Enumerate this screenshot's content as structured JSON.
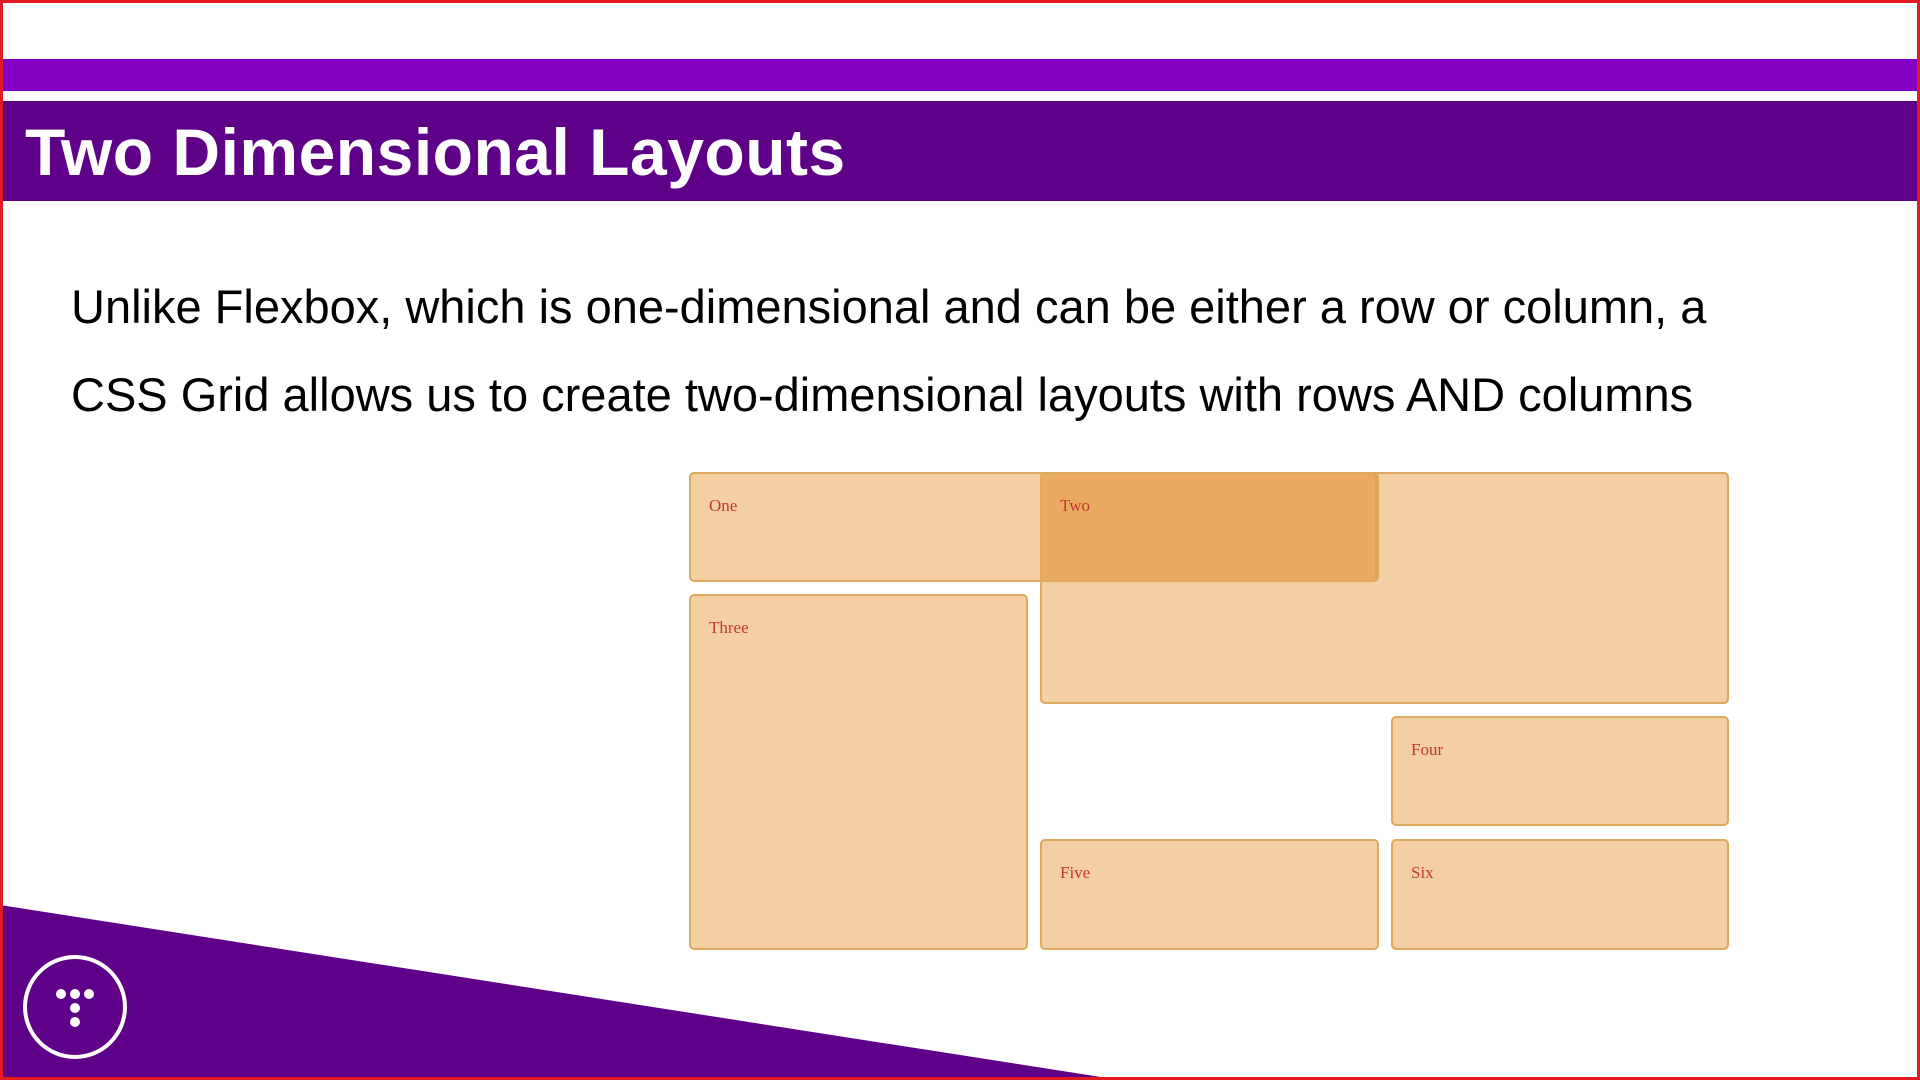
{
  "slide": {
    "title": "Two Dimensional Layouts",
    "body_lines": [
      "Unlike Flexbox, which is one-dimensional and can be either a row or column, a",
      "CSS Grid allows us to create two-dimensional layouts with rows AND columns"
    ]
  },
  "grid_example": {
    "cells": [
      "One",
      "Two",
      "Three",
      "Four",
      "Five",
      "Six"
    ]
  },
  "colors": {
    "header_purple": "#5e0088",
    "accent_purple": "#8400c4",
    "cell_fill": "#f0cfa3",
    "cell_text": "#c0392b",
    "frame_red": "#e01b22"
  },
  "logo": {
    "icon": "t-logo-icon"
  }
}
